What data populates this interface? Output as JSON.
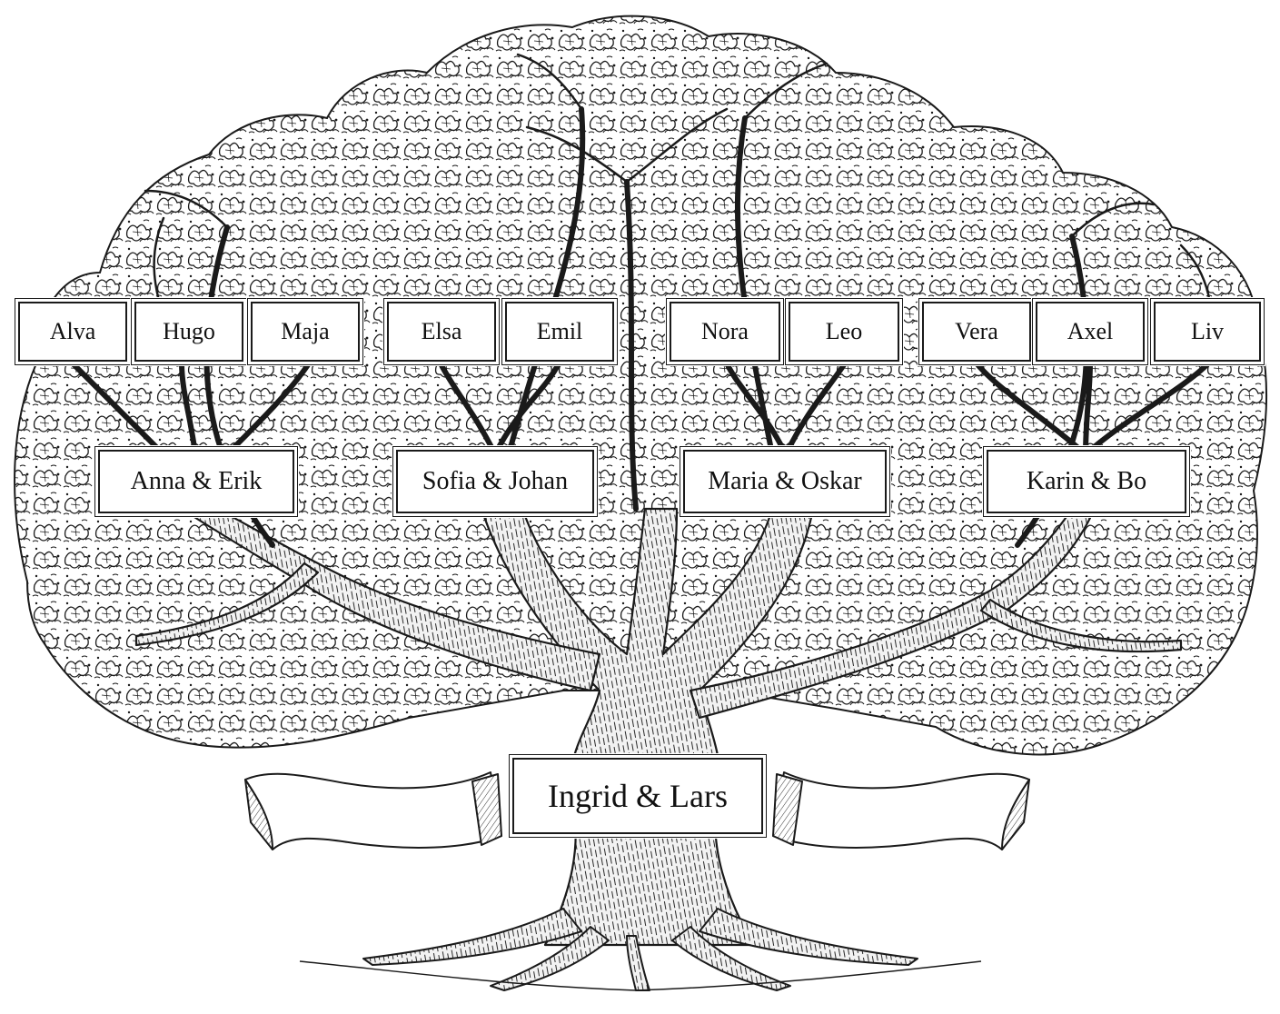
{
  "colors": {
    "ink": "#1a1a1a",
    "paper": "#ffffff",
    "shade": "#3a3a3a"
  },
  "root": {
    "name": "Ingrid & Lars"
  },
  "couples": [
    {
      "name": "Anna & Erik",
      "children": [
        "Alva",
        "Hugo",
        "Maja"
      ]
    },
    {
      "name": "Sofia & Johan",
      "children": [
        "Elsa",
        "Emil"
      ]
    },
    {
      "name": "Maria & Oskar",
      "children": [
        "Nora",
        "Leo"
      ]
    },
    {
      "name": "Karin & Bo",
      "children": [
        "Vera",
        "Axel",
        "Liv"
      ]
    }
  ]
}
